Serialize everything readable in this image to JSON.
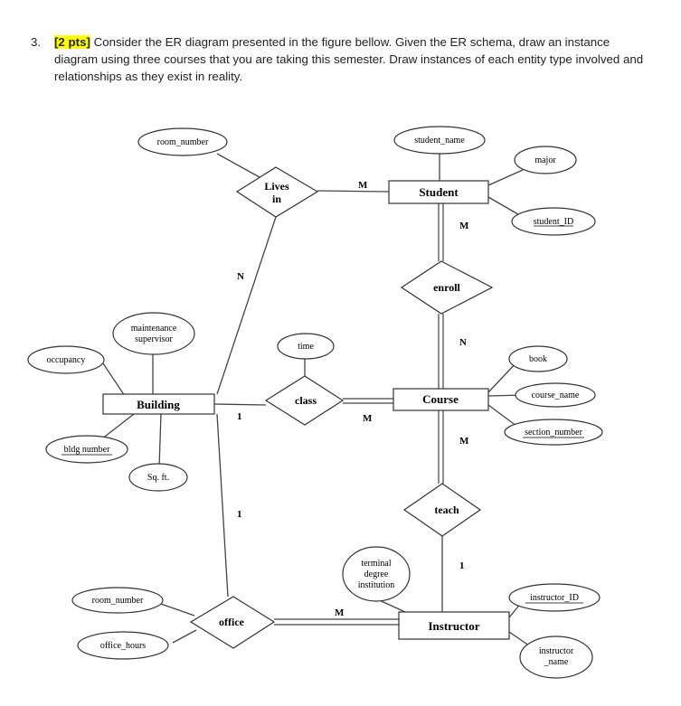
{
  "question": {
    "number": "3.",
    "points": "[2 pts]",
    "text": " Consider the ER diagram presented in the figure bellow. Given the ER schema, draw an instance diagram using three courses that you are taking this semester. Draw instances of each entity type involved and relationships as they exist in reality."
  },
  "entities": {
    "student": "Student",
    "course": "Course",
    "building": "Building",
    "instructor": "Instructor"
  },
  "relationships": {
    "lives_in_1": "Lives",
    "lives_in_2": "in",
    "enroll": "enroll",
    "class": "class",
    "teach": "teach",
    "office": "office"
  },
  "attributes": {
    "room_number_top": "room_number",
    "student_name": "student_name",
    "major": "major",
    "student_id": "student_ID",
    "maintenance_1": "maintenance",
    "maintenance_2": "supervisor",
    "time": "time",
    "occupancy": "occupancy",
    "book": "book",
    "course_name": "course_name",
    "section_number": "section_number",
    "bldg_number": "bldg number",
    "sq_ft": "Sq. ft.",
    "terminal_1": "terminal",
    "terminal_2": "degree",
    "terminal_3": "institution",
    "room_number_bottom": "room_number",
    "instructor_id": "instructor_ID",
    "office_hours": "office_hours",
    "instructor_name_1": "instructor",
    "instructor_name_2": "_name"
  },
  "cardinalities": {
    "lives_student": "M",
    "lives_building": "N",
    "enroll_student": "M",
    "enroll_course": "N",
    "class_building": "1",
    "class_course": "M",
    "teach_course": "M",
    "teach_instructor": "1",
    "office_building": "1",
    "office_instructor": "M"
  }
}
